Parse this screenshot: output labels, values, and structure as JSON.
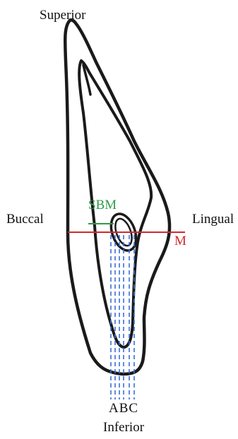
{
  "labels": {
    "superior": "Superior",
    "buccal": "Buccal",
    "lingual": "Lingual",
    "sbm": "SBM",
    "m": "M",
    "abc": "ABC",
    "inferior": "Inferior"
  },
  "colors": {
    "outline": "#1a1a1a",
    "m_line": "#cc2b2b",
    "sbm_line": "#2e9b4a",
    "guide_lines": "#3a6fd8"
  }
}
